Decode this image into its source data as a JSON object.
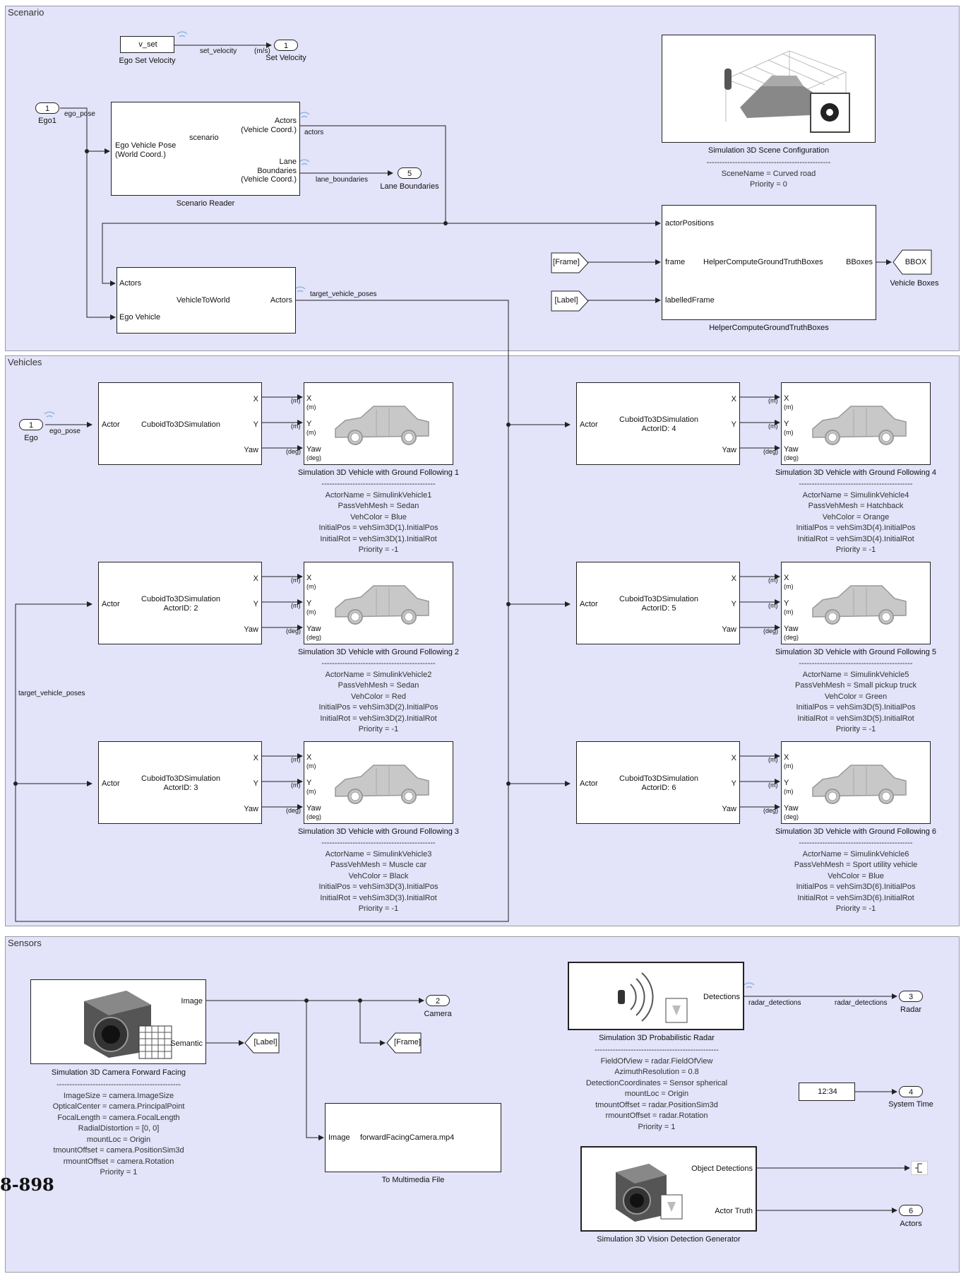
{
  "areas": {
    "scenario": "Scenario",
    "vehicles": "Vehicles",
    "sensors": "Sensors"
  },
  "scenario": {
    "ego_set_velocity": {
      "value": "v_set",
      "caption": "Ego Set Velocity",
      "wire": "set_velocity",
      "unit": "(m/s)"
    },
    "set_velocity_port": {
      "number": "1",
      "label": "Set Velocity"
    },
    "ego1_port": {
      "number": "1",
      "label": "Ego1",
      "wire": "ego_pose"
    },
    "scenario_reader": {
      "center": "scenario",
      "in_port": "Ego Vehicle Pose\n(World Coord.)",
      "out_actors": "Actors\n(Vehicle Coord.)",
      "out_lanes": "Lane\nBoundaries\n(Vehicle Coord.)",
      "caption": "Scenario Reader",
      "wire_actors": "actors",
      "wire_lanes": "lane_boundaries"
    },
    "lane_port": {
      "number": "5",
      "label": "Lane Boundaries"
    },
    "scene_config": {
      "caption": "Simulation 3D Scene Configuration",
      "separator": "------------------------------------------------",
      "params": [
        "SceneName = Curved road",
        "Priority = 0"
      ]
    },
    "vehicle_to_world": {
      "center": "VehicleToWorld",
      "in_actors": "Actors",
      "in_ego": "Ego Vehicle",
      "out": "Actors",
      "wire": "target_vehicle_poses"
    },
    "gt_boxes": {
      "center": "HelperComputeGroundTruthBoxes",
      "in1": "actorPositions",
      "in2": "frame",
      "in3": "labelledFrame",
      "out": "BBoxes",
      "caption": "HelperComputeGroundTruthBoxes"
    },
    "frame_tag": "[Frame]",
    "label_tag": "[Label]",
    "bbox_tag": {
      "text": "BBOX",
      "caption": "Vehicle Boxes"
    }
  },
  "vehicles": {
    "ego_port": {
      "number": "1",
      "label": "Ego",
      "wire": "ego_pose"
    },
    "side_wire": "target_vehicle_poses",
    "cuboid_ports": {
      "in": "Actor",
      "x": "X",
      "y": "Y",
      "yaw": "Yaw"
    },
    "unit_m": "(m)",
    "unit_deg": "(deg)",
    "vehicle_separator": "--------------------------------------------",
    "items": [
      {
        "cuboid": "CuboidTo3DSimulation",
        "actor_id": "",
        "caption": "Simulation 3D Vehicle with Ground Following 1",
        "params": [
          "ActorName = SimulinkVehicle1",
          "PassVehMesh = Sedan",
          "VehColor = Blue",
          "InitialPos = vehSim3D(1).InitialPos",
          "InitialRot = vehSim3D(1).InitialRot",
          "Priority = -1"
        ]
      },
      {
        "cuboid": "CuboidTo3DSimulation",
        "actor_id": "ActorID: 2",
        "caption": "Simulation 3D Vehicle with Ground Following 2",
        "params": [
          "ActorName = SimulinkVehicle2",
          "PassVehMesh = Sedan",
          "VehColor = Red",
          "InitialPos = vehSim3D(2).InitialPos",
          "InitialRot = vehSim3D(2).InitialRot",
          "Priority = -1"
        ]
      },
      {
        "cuboid": "CuboidTo3DSimulation",
        "actor_id": "ActorID: 3",
        "caption": "Simulation 3D Vehicle with Ground Following 3",
        "params": [
          "ActorName = SimulinkVehicle3",
          "PassVehMesh = Muscle car",
          "VehColor = Black",
          "InitialPos = vehSim3D(3).InitialPos",
          "InitialRot = vehSim3D(3).InitialRot",
          "Priority = -1"
        ]
      },
      {
        "cuboid": "CuboidTo3DSimulation",
        "actor_id": "ActorID: 4",
        "caption": "Simulation 3D Vehicle with Ground Following 4",
        "params": [
          "ActorName = SimulinkVehicle4",
          "PassVehMesh = Hatchback",
          "VehColor = Orange",
          "InitialPos = vehSim3D(4).InitialPos",
          "InitialRot = vehSim3D(4).InitialRot",
          "Priority = -1"
        ]
      },
      {
        "cuboid": "CuboidTo3DSimulation",
        "actor_id": "ActorID: 5",
        "caption": "Simulation 3D Vehicle with Ground Following 5",
        "params": [
          "ActorName = SimulinkVehicle5",
          "PassVehMesh = Small pickup truck",
          "VehColor = Green",
          "InitialPos = vehSim3D(5).InitialPos",
          "InitialRot = vehSim3D(5).InitialRot",
          "Priority = -1"
        ]
      },
      {
        "cuboid": "CuboidTo3DSimulation",
        "actor_id": "ActorID: 6",
        "caption": "Simulation 3D Vehicle with Ground Following 6",
        "params": [
          "ActorName = SimulinkVehicle6",
          "PassVehMesh = Sport utility vehicle",
          "VehColor = Blue",
          "InitialPos = vehSim3D(6).InitialPos",
          "InitialRot = vehSim3D(6).InitialRot",
          "Priority = -1"
        ]
      }
    ]
  },
  "sensors": {
    "camera": {
      "out_image": "Image",
      "out_semantic": "Semantic",
      "caption": "Simulation 3D Camera Forward Facing",
      "separator": "------------------------------------------------",
      "params": [
        "ImageSize = camera.ImageSize",
        "OpticalCenter = camera.PrincipalPoint",
        "FocalLength = camera.FocalLength",
        "RadialDistortion = [0, 0]",
        "mountLoc = Origin",
        "tmountOffset = camera.PositionSim3d",
        "rmountOffset = camera.Rotation",
        "Priority = 1"
      ]
    },
    "label_tag": "[Label]",
    "frame_tag": "[Frame]",
    "camera_port": {
      "number": "2",
      "label": "Camera"
    },
    "to_file": {
      "in": "Image",
      "filename": "forwardFacingCamera.mp4",
      "caption": "To Multimedia File"
    },
    "radar": {
      "out": "Detections",
      "caption": "Simulation 3D Probabilistic Radar",
      "separator": "------------------------------------------------",
      "params": [
        "FieldOfView = radar.FieldOfView",
        "AzimuthResolution = 0.8",
        "DetectionCoordinates = Sensor spherical",
        "mountLoc = Origin",
        "tmountOffset = radar.PositionSim3d",
        "rmountOffset = radar.Rotation",
        "Priority = 1"
      ],
      "wire1": "radar_detections",
      "wire2": "radar_detections"
    },
    "radar_port": {
      "number": "3",
      "label": "Radar"
    },
    "clock": {
      "value": "12:34"
    },
    "time_port": {
      "number": "4",
      "label": "System Time"
    },
    "vision": {
      "out1": "Object Detections",
      "out2": "Actor Truth",
      "caption": "Simulation 3D Vision Detection Generator"
    },
    "actors_port": {
      "number": "6",
      "label": "Actors"
    }
  },
  "stray_text": "8-898",
  "colors": {
    "area_fill": "#e3e3f9",
    "area_border": "#9a9aa6",
    "line": "#222222",
    "signal_icon": "#8fb8e0"
  }
}
